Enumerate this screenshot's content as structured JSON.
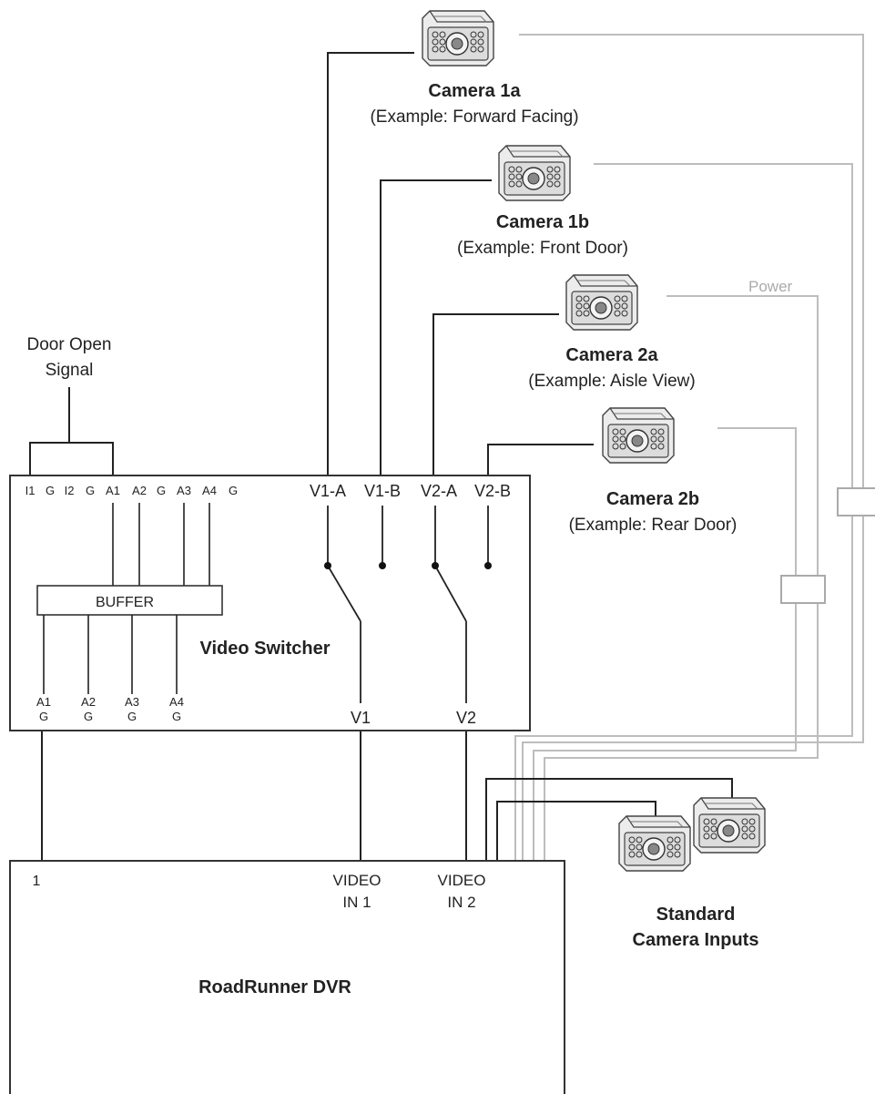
{
  "door_signal": {
    "line1": "Door Open",
    "line2": "Signal"
  },
  "power_label": "Power",
  "cameras": [
    {
      "name": "Camera 1a",
      "example": "(Example: Forward Facing)"
    },
    {
      "name": "Camera 1b",
      "example": "(Example: Front Door)"
    },
    {
      "name": "Camera 2a",
      "example": "(Example: Aisle View)"
    },
    {
      "name": "Camera 2b",
      "example": "(Example: Rear Door)"
    }
  ],
  "switcher": {
    "title": "Video Switcher",
    "input_pins": [
      "I1",
      "G",
      "I2",
      "G",
      "A1",
      "A2",
      "G",
      "A3",
      "A4",
      "G"
    ],
    "video_inputs": [
      "V1-A",
      "V1-B",
      "V2-A",
      "V2-B"
    ],
    "buffer_label": "BUFFER",
    "aux_outputs": [
      {
        "a": "A1",
        "g": "G"
      },
      {
        "a": "A2",
        "g": "G"
      },
      {
        "a": "A3",
        "g": "G"
      },
      {
        "a": "A4",
        "g": "G"
      }
    ],
    "video_outputs": [
      "V1",
      "V2"
    ]
  },
  "dvr": {
    "title": "RoadRunner DVR",
    "input_1": "1",
    "video_in_1": {
      "line1": "VIDEO",
      "line2": "IN 1"
    },
    "video_in_2": {
      "line1": "VIDEO",
      "line2": "IN 2"
    }
  },
  "standard_inputs": {
    "line1": "Standard",
    "line2": "Camera Inputs"
  },
  "icons": {
    "camera": "camera-icon",
    "power_supply": "power-connector-icon"
  },
  "colors": {
    "signal_wire": "#222222",
    "power_wire": "#bdbdbd",
    "box_border": "#333333"
  }
}
